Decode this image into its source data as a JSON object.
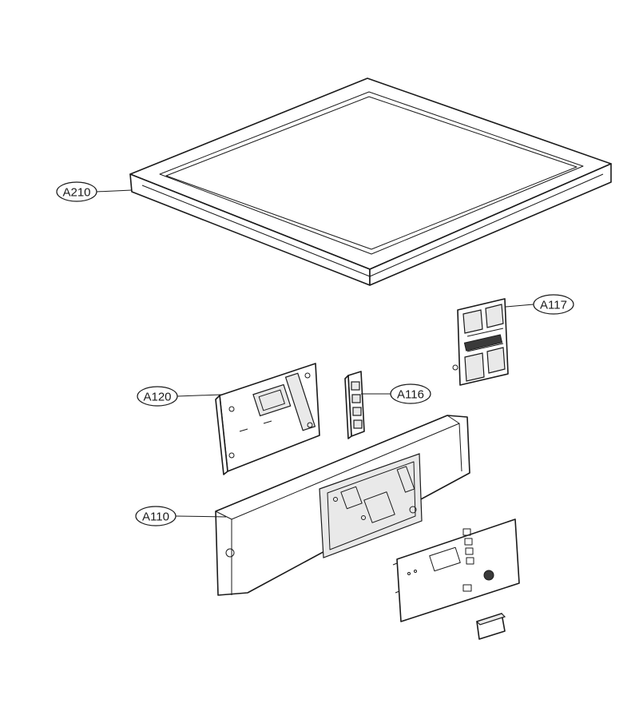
{
  "callouts": {
    "a210": "A210",
    "a117": "A117",
    "a120": "A120",
    "a116": "A116",
    "a110": "A110"
  }
}
